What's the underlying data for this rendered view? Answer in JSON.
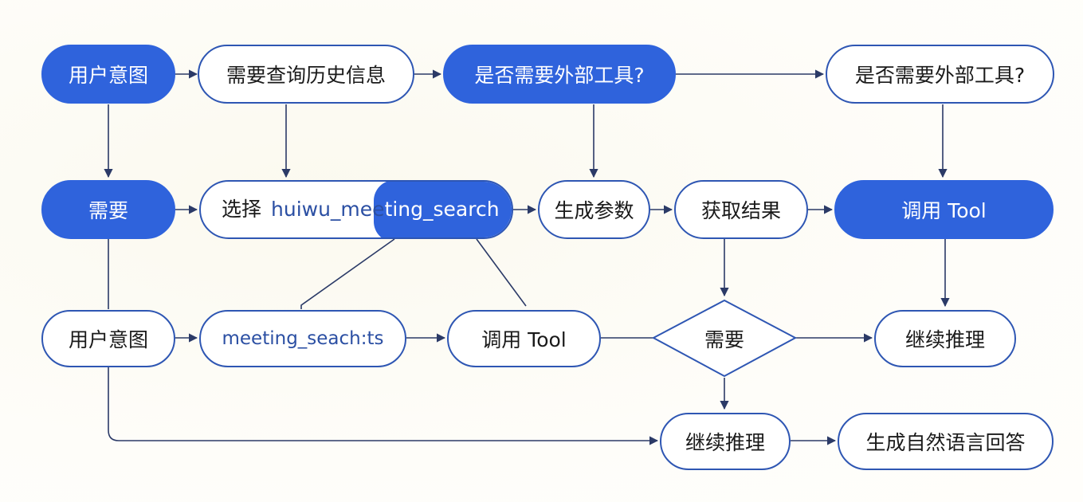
{
  "nodes": {
    "user_intent_top": "用户意图",
    "need_history": "需要查询历史信息",
    "need_tool_filled": "是否需要外部工具?",
    "need_tool_outline": "是否需要外部工具?",
    "need_left": "需要",
    "select_prefix": "选择",
    "select_tool_part1": "huiwu_mee",
    "select_tool_part2": "ting_search",
    "gen_params": "生成参数",
    "get_result": "获取结果",
    "call_tool_filled": "调用 Tool",
    "user_intent_bottom": "用户意图",
    "meeting_seach": "meeting_seach:ts",
    "call_tool_outline": "调用 Tool",
    "need_diamond": "需要",
    "continue_reason_right": "继续推理",
    "continue_reason_bottom": "继续推理",
    "generate_answer": "生成自然语言回答"
  },
  "colors": {
    "primary": "#2f63dc",
    "stroke": "#2e56b3",
    "line": "#2b3a67",
    "code_text": "#2b4fa3"
  }
}
